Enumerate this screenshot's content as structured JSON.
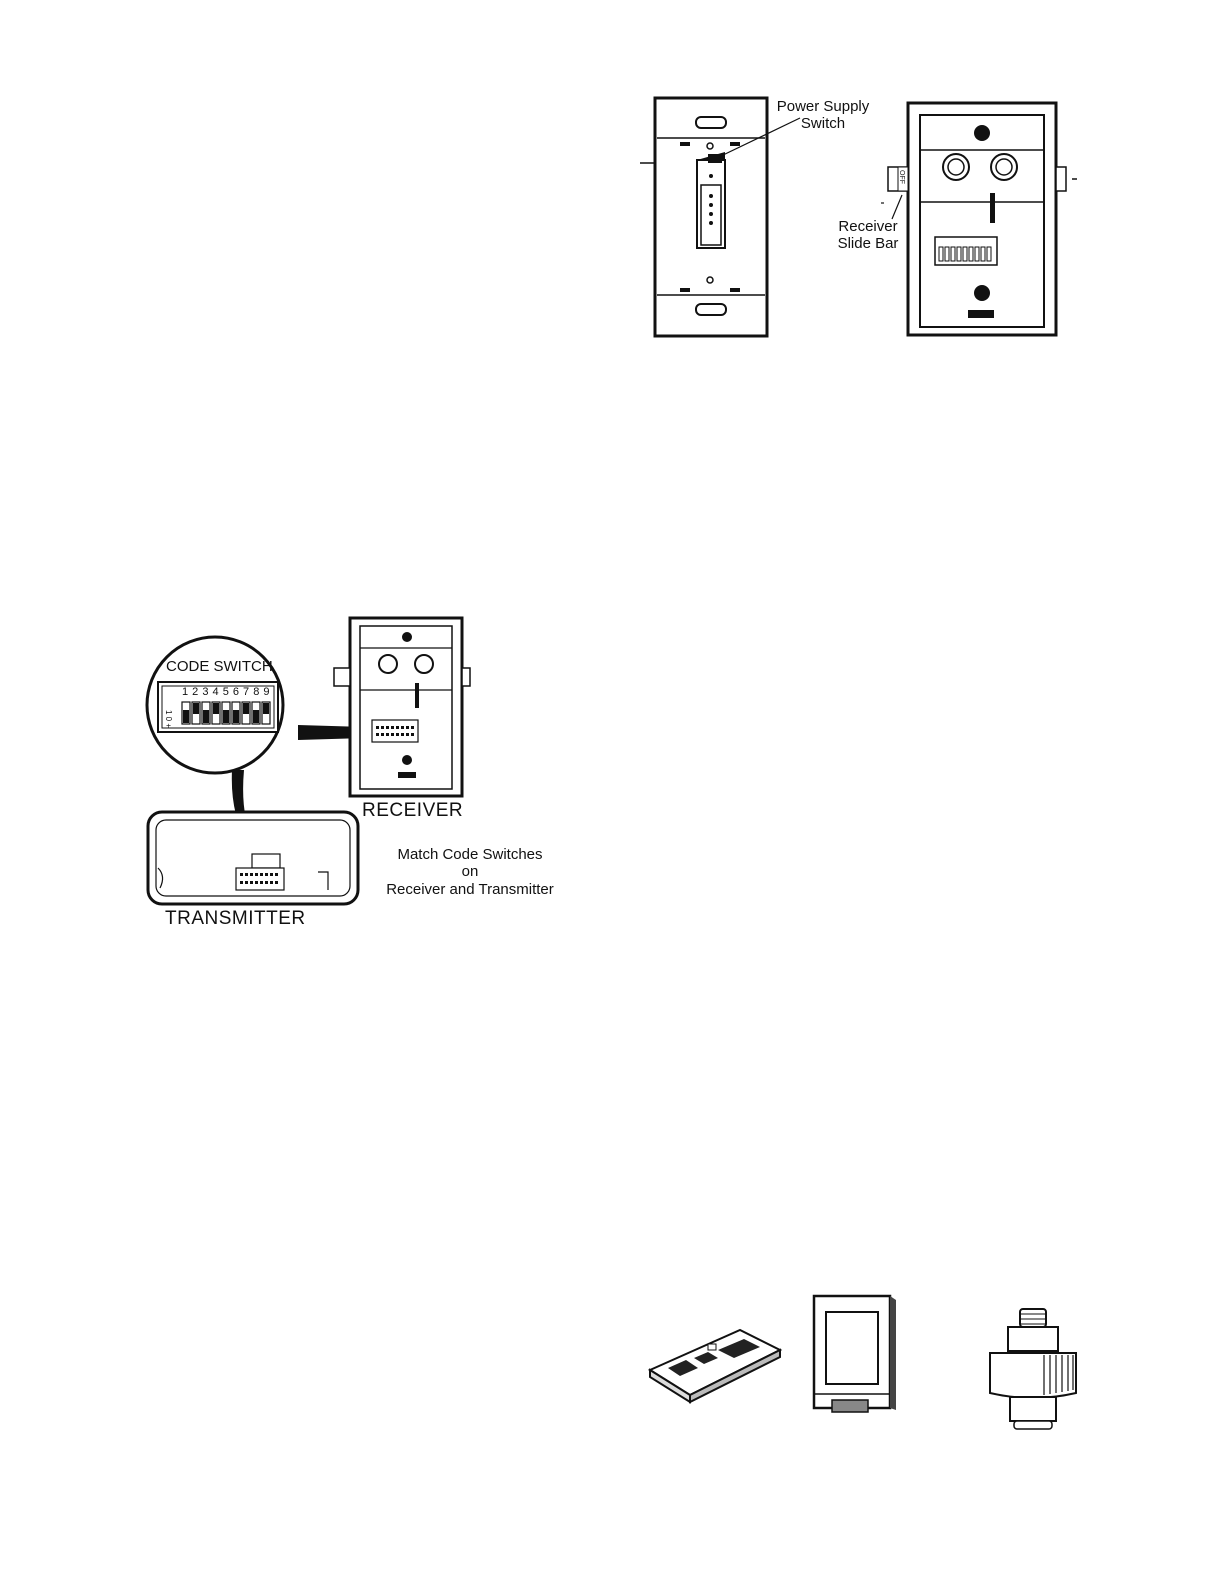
{
  "figure_top": {
    "power_supply_label": "Power Supply",
    "switch_label": "Switch",
    "receiver_label": "Receiver",
    "slide_bar_label": "Slide Bar",
    "off_label": "OFF"
  },
  "figure_code": {
    "code_switch_title": "CODE SWITCH",
    "switch_numbers": "1 2 3 4 5 6 7 8 9",
    "receiver_label": "RECEIVER",
    "transmitter_label": "TRANSMITTER",
    "instruction_line1": "Match Code Switches",
    "instruction_line2": "on",
    "instruction_line3": "Receiver and Transmitter"
  }
}
